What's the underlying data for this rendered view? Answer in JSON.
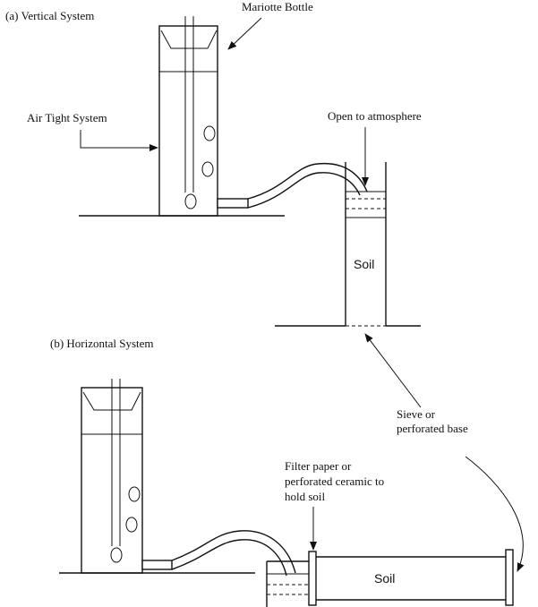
{
  "labels": {
    "vertical_title": "(a) Vertical System",
    "mariotte_bottle": "Mariotte Bottle",
    "air_tight_system": "Air Tight System",
    "open_to_atmosphere": "Open to atmosphere",
    "soil_vertical": "Soil",
    "horizontal_title": "(b) Horizontal System",
    "sieve_line1": "Sieve or",
    "sieve_line2": "perforated base",
    "filter_line1": "Filter paper or",
    "filter_line2": "perforated ceramic to",
    "filter_line3": "hold soil",
    "soil_horizontal": "Soil"
  }
}
